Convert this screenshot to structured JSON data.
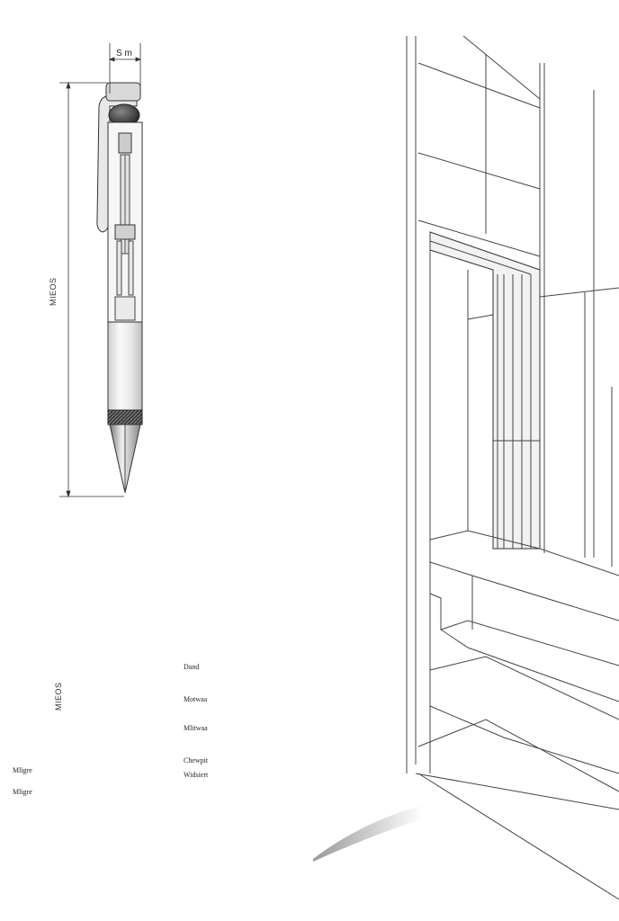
{
  "top_pen": {
    "width_label": "S m",
    "height_label": "MIEOS"
  },
  "bottom_part": {
    "height_label": "MIEOS",
    "callouts": [
      "Dand",
      "Motwaa",
      "Mlitwaa",
      "Chewpit",
      "Widsiert"
    ],
    "left_labels": [
      "Mligre",
      "Mligre"
    ]
  },
  "colors": {
    "line": "#2a2a2a",
    "metal_dark": "#4a4a4a",
    "metal_mid": "#8a8a8a",
    "metal_light": "#d8d8d8",
    "paper": "#ffffff"
  }
}
